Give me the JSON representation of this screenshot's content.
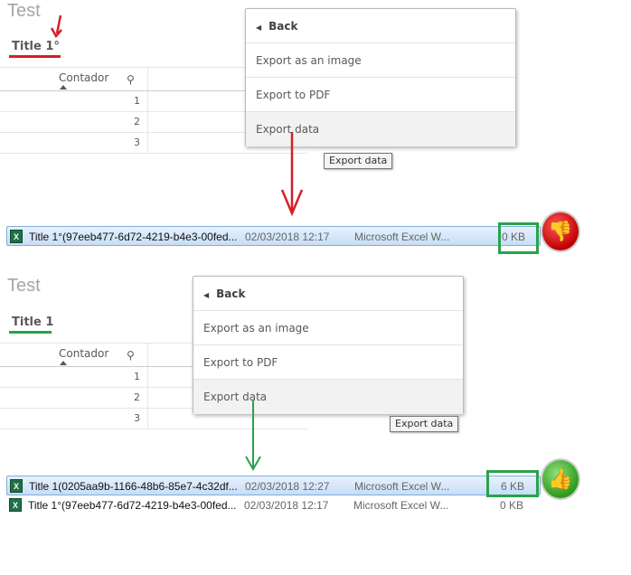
{
  "panels": [
    {
      "sheet_title": "Test",
      "object_title": "Title 1°",
      "column_header": "Contador",
      "rows": [
        "1",
        "2",
        "3"
      ],
      "menu": {
        "back": "Back",
        "items": [
          "Export as an image",
          "Export to PDF",
          "Export data"
        ]
      },
      "tooltip": "Export data"
    },
    {
      "sheet_title": "Test",
      "object_title": "Title 1",
      "column_header": "Contador",
      "rows": [
        "1",
        "2",
        "3"
      ],
      "menu": {
        "back": "Back",
        "items": [
          "Export as an image",
          "Export to PDF",
          "Export data"
        ]
      },
      "tooltip": "Export data"
    }
  ],
  "files_before": [
    {
      "name": "Title 1°(97eeb477-6d72-4219-b4e3-00fed...",
      "date": "02/03/2018 12:17",
      "type": "Microsoft Excel W...",
      "size": "0 KB"
    }
  ],
  "files_after": [
    {
      "name": "Title 1(0205aa9b-1166-48b6-85e7-4c32df...",
      "date": "02/03/2018 12:27",
      "type": "Microsoft Excel W...",
      "size": "6 KB"
    },
    {
      "name": "Title 1°(97eeb477-6d72-4219-b4e3-00fed...",
      "date": "02/03/2018 12:17",
      "type": "Microsoft Excel W...",
      "size": "0 KB"
    }
  ],
  "colors": {
    "bad": "#d42027",
    "good": "#2aa24a",
    "highlight_box": "#2aa24a"
  },
  "icons": {
    "bad": "thumbs-down-icon",
    "good": "thumbs-up-icon"
  }
}
